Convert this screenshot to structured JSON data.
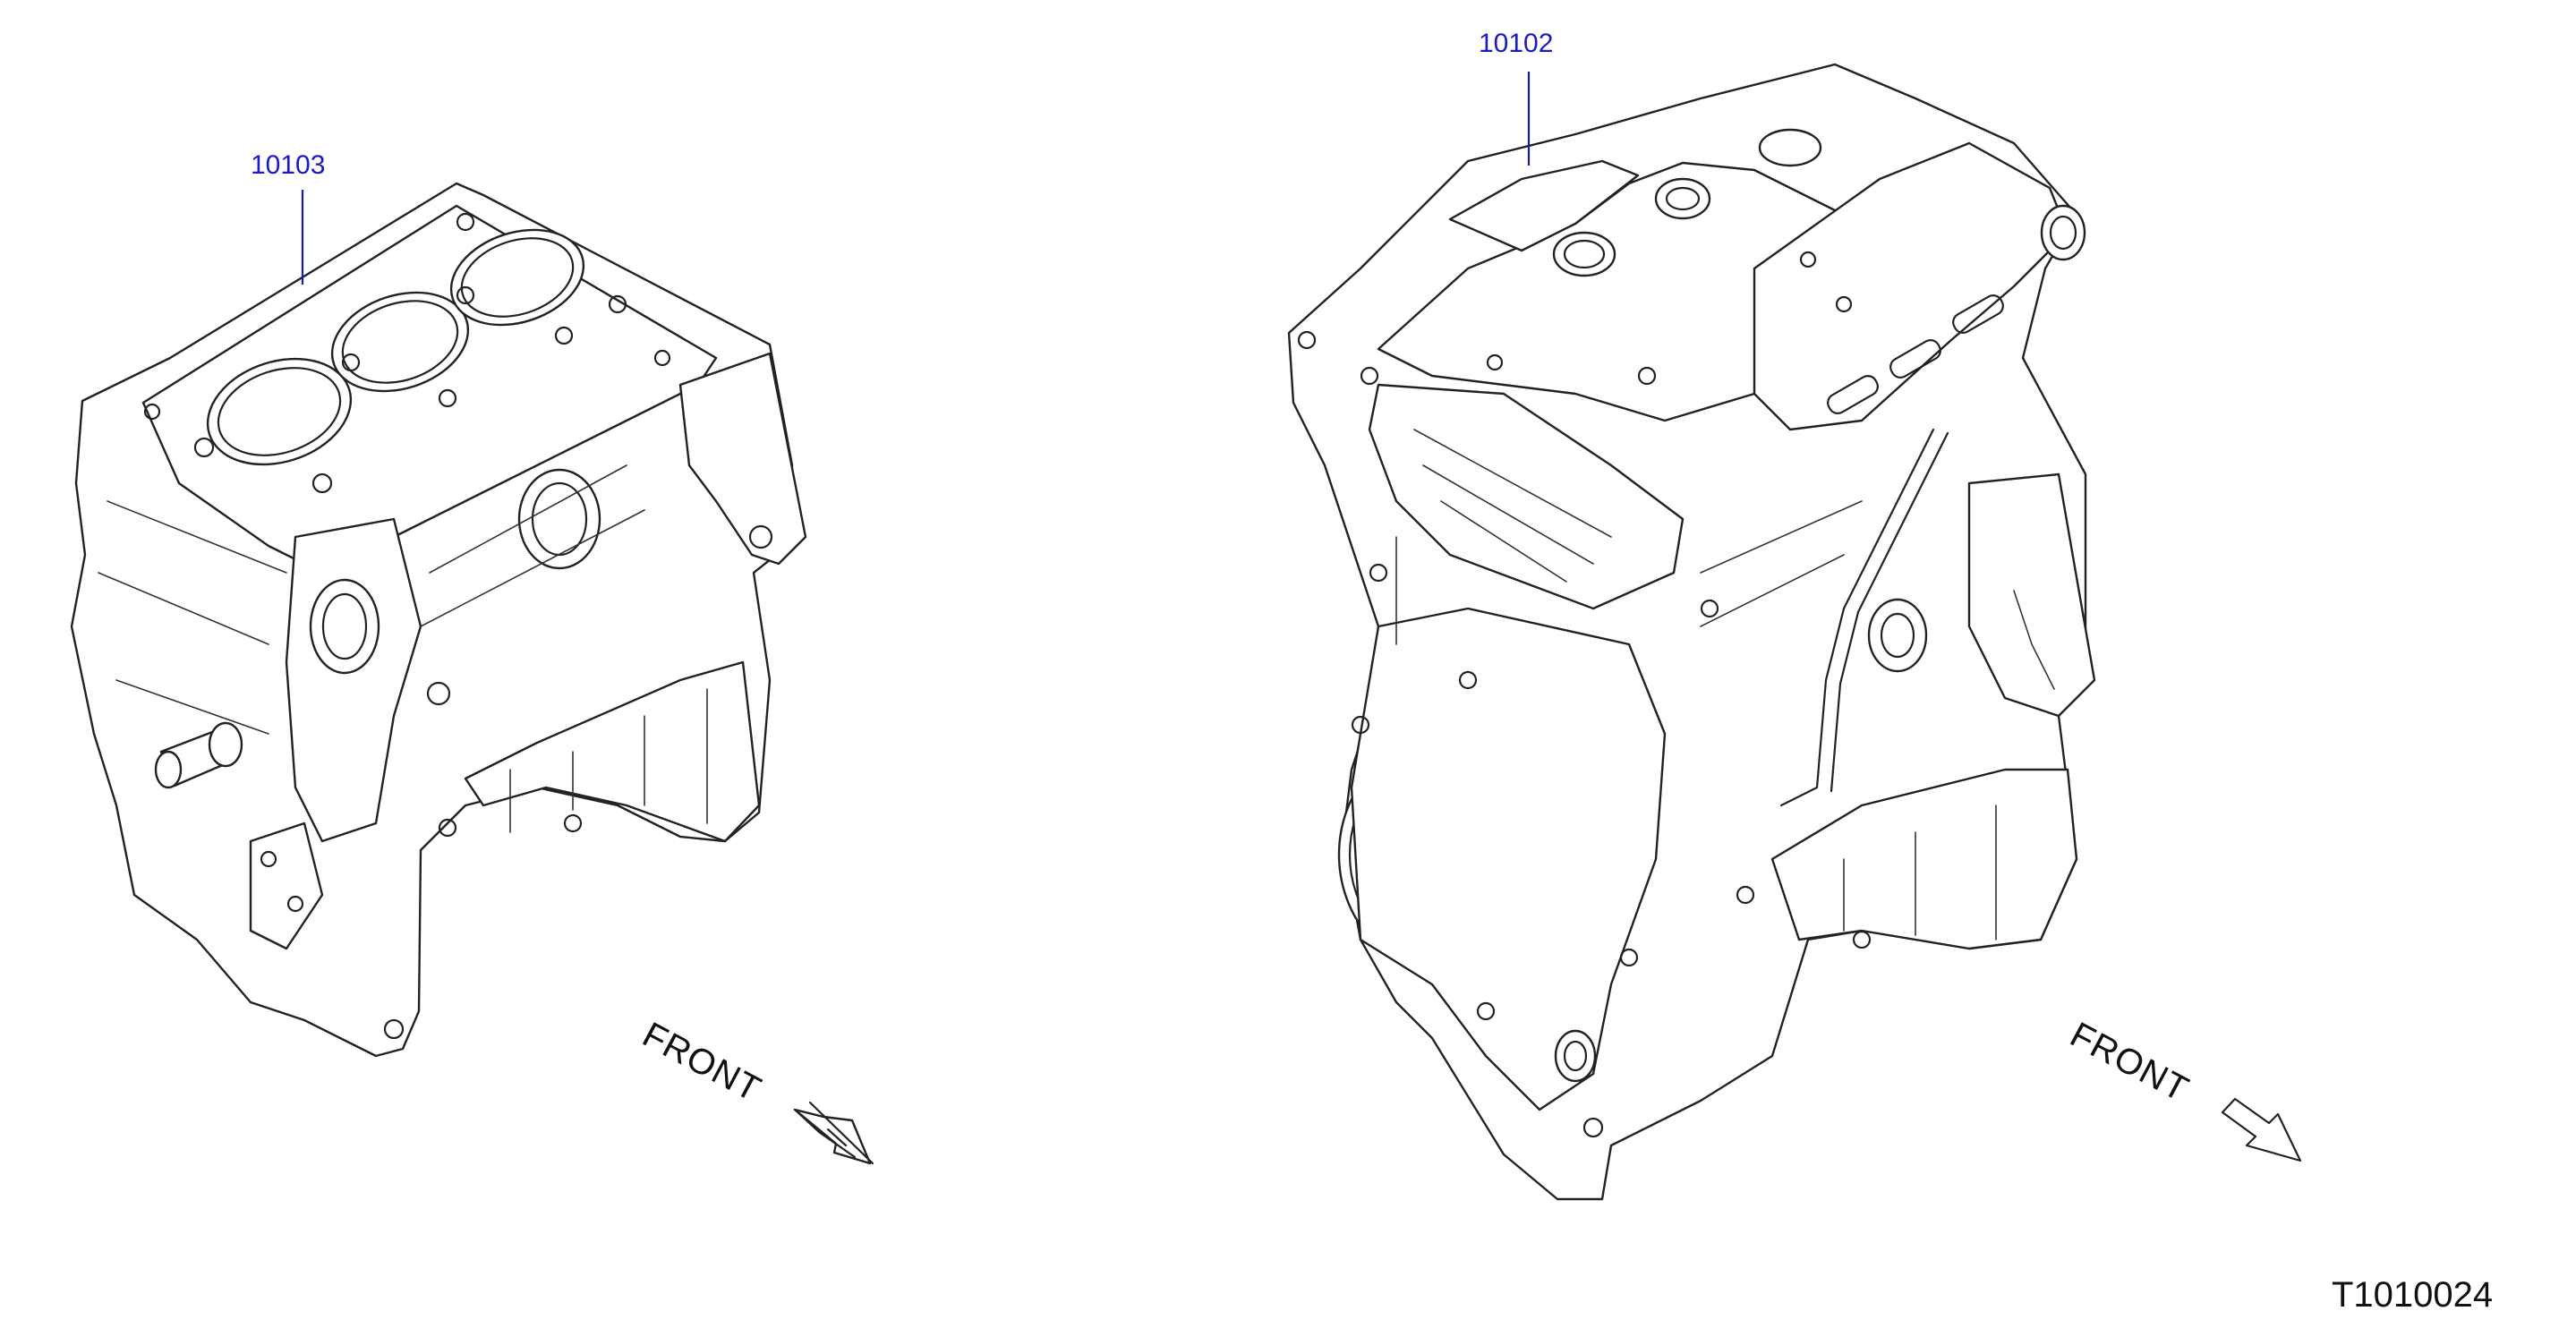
{
  "callouts": {
    "block": "10103",
    "engine": "10102"
  },
  "front_labels": {
    "left": "FRONT",
    "right": "FRONT"
  },
  "figure_code": "T1010024",
  "colors": {
    "callout": "#1a1ac8",
    "linework": "#222222",
    "background": "#ffffff"
  }
}
